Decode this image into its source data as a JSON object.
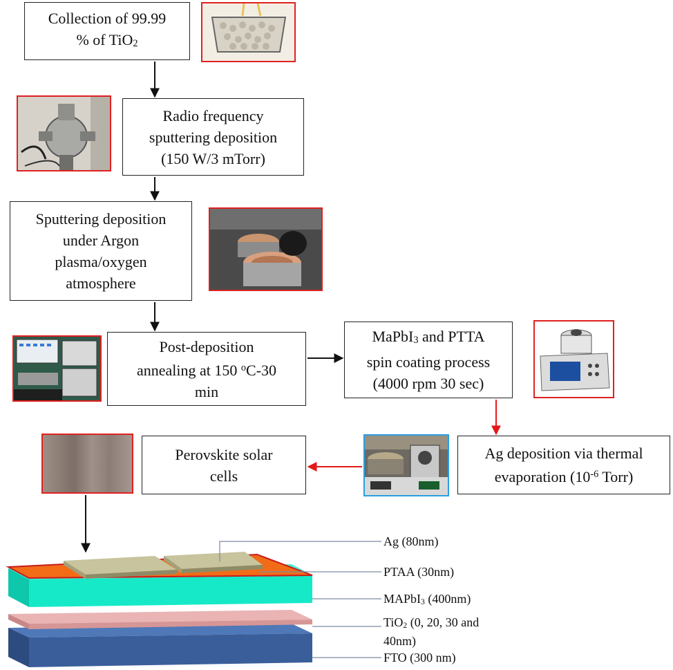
{
  "steps": {
    "s1": {
      "line1": "Collection of 99.99",
      "line2_pre": "% of TiO",
      "line2_sub": "2"
    },
    "s2": {
      "line1": "Radio frequency",
      "line2": "sputtering deposition",
      "line3": "(150 W/3 mTorr)"
    },
    "s3": {
      "line1": "Sputtering deposition",
      "line2": "under Argon",
      "line3": "plasma/oxygen",
      "line4": "atmosphere"
    },
    "s4": {
      "line1": "Post-deposition",
      "line2_pre": "annealing at 150 ",
      "line2_sup": "o",
      "line2_post": "C-30",
      "line3": "min"
    },
    "s5": {
      "line1_pre": "MaPbI",
      "line1_sub": "3",
      "line1_post": " and PTTA",
      "line2": "spin coating process",
      "line3": "(4000 rpm 30 sec)"
    },
    "s6": {
      "line1": "Ag deposition via thermal",
      "line2_pre": "evaporation (10",
      "line2_sup": "-6",
      "line2_post": " Torr)"
    },
    "s7": {
      "line1": "Perovskite solar",
      "line2": "cells"
    }
  },
  "layers": {
    "ag": "Ag (80nm)",
    "ptaa": "PTAA (30nm)",
    "mapbi_pre": "MAPbI",
    "mapbi_sub": "3",
    "mapbi_post": " (400nm)",
    "tio2_pre": "TiO",
    "tio2_sub": "2",
    "tio2_post": " (0, 20, 30 and",
    "tio2_line2": "40nm)",
    "fto": "FTO (300 nm)"
  },
  "colors": {
    "arrow_black": "#111111",
    "arrow_red": "#e21a1a",
    "ag": "#b9b68f",
    "ptaa": "#f26c18",
    "mapbi": "#16e9c8",
    "tio2": "#e6a6a6",
    "fto": "#3a5e9a"
  }
}
